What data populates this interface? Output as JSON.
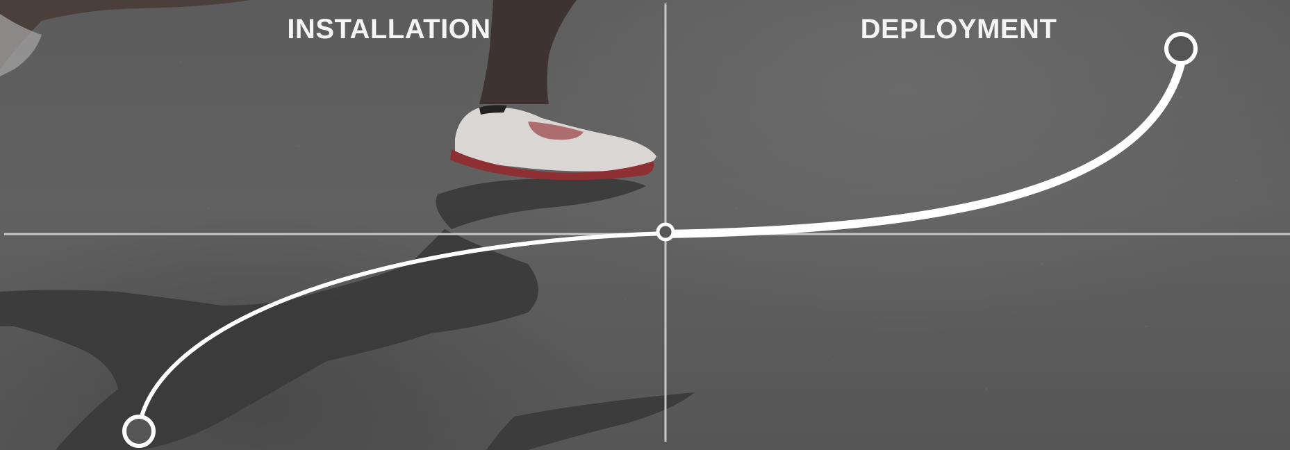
{
  "labels": {
    "left": "INSTALLATION",
    "right": "DEPLOYMENT"
  },
  "colors": {
    "curve": "#ffffff",
    "axis": "#c8c8c8",
    "node_fill": "#555555",
    "text": "#f4f4f4",
    "background": "#5c5c5c"
  },
  "background": {
    "description_icon": "runner-shoe-photo"
  }
}
